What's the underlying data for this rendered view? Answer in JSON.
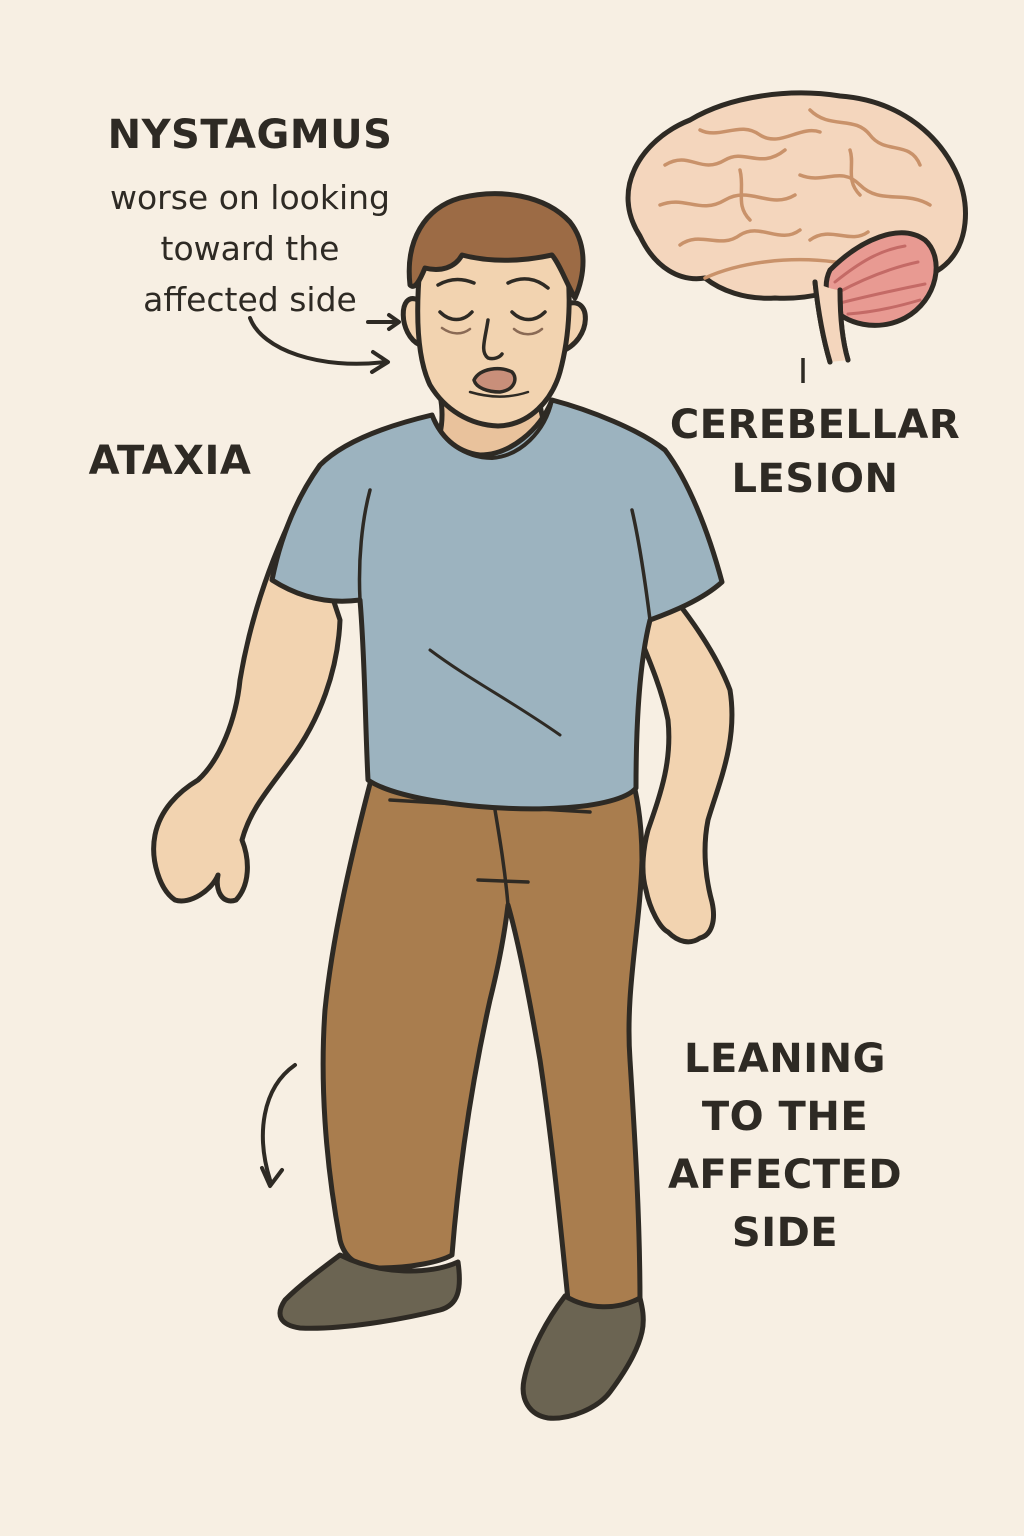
{
  "labels": {
    "nystagmus_title": "NYSTAGMUS",
    "nystagmus_desc": [
      "worse on looking",
      "toward the",
      "affected side"
    ],
    "ataxia": "ATAXIA",
    "lesion": [
      "CEREBELLAR",
      "LESION"
    ],
    "leaning": [
      "LEANING",
      "TO THE",
      "AFFECTED",
      "SIDE"
    ]
  },
  "colors": {
    "background": "#f7efe3",
    "outline": "#2e2a24",
    "skin": "#f2d3b0",
    "hair": "#9c6b45",
    "shirt": "#9cb3bf",
    "trousers": "#a97d4e",
    "shoes": "#6b6452",
    "brain": "#f4d6bd",
    "cerebellum": "#e89a92"
  }
}
